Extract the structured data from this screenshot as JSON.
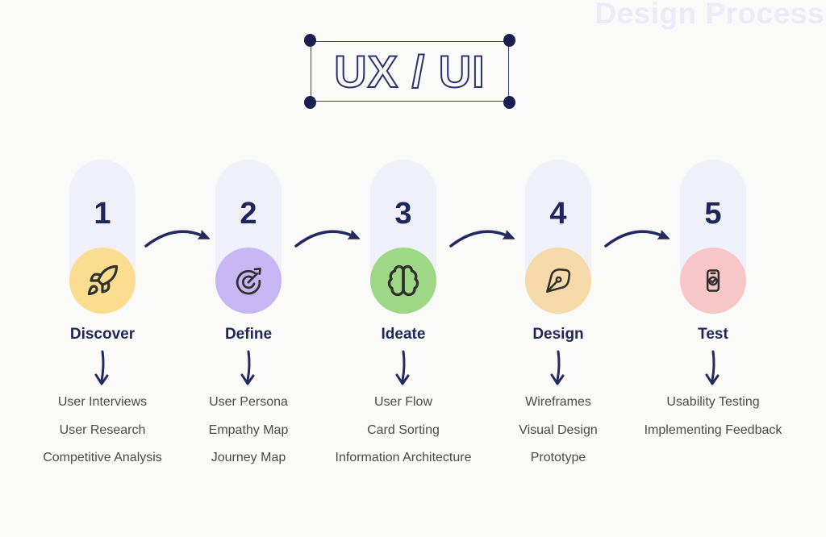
{
  "watermark": "Design Process",
  "logo": {
    "text": "UX / UI"
  },
  "steps": [
    {
      "number": "1",
      "label": "Discover",
      "icon": "rocket-icon",
      "circle_color": "#fadd8f",
      "items": [
        "User Interviews",
        "User Research",
        "Competitive Analysis"
      ]
    },
    {
      "number": "2",
      "label": "Define",
      "icon": "dart-target-icon",
      "circle_color": "#c6b6f4",
      "items": [
        "User Persona",
        "Empathy Map",
        "Journey Map"
      ]
    },
    {
      "number": "3",
      "label": "Ideate",
      "icon": "brain-icon",
      "circle_color": "#9ed785",
      "items": [
        "User Flow",
        "Card Sorting",
        "Information Architecture"
      ]
    },
    {
      "number": "4",
      "label": "Design",
      "icon": "pen-nib-icon",
      "circle_color": "#f5d9a8",
      "items": [
        "Wireframes",
        "Visual Design",
        "Prototype"
      ]
    },
    {
      "number": "5",
      "label": "Test",
      "icon": "phone-check-icon",
      "circle_color": "#f6c7c6",
      "items": [
        "Usability Testing",
        "Implementing Feedback"
      ]
    }
  ],
  "colors": {
    "background": "#fafaf8",
    "pill": "#f0f0fa",
    "navy": "#20265a",
    "arrow": "#232a60",
    "item_text": "#4b4b4b",
    "watermark": "#eaeaf8",
    "frame_stroke": "#3c4277",
    "handle": "#191f4e"
  }
}
